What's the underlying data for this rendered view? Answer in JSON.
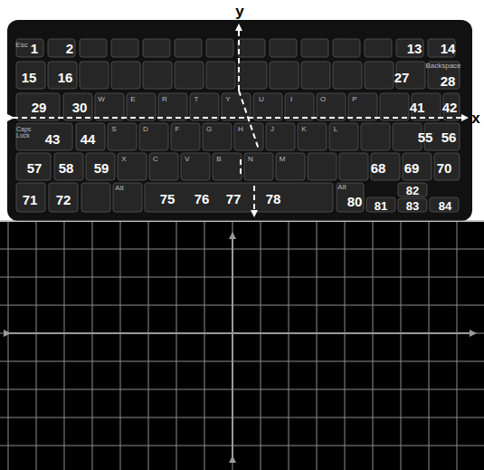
{
  "diagram": {
    "labels": [
      "1",
      "2",
      "13",
      "14",
      "15",
      "16",
      "27",
      "28",
      "29",
      "30",
      "41",
      "42",
      "43",
      "44",
      "55",
      "56",
      "57",
      "58",
      "59",
      "68",
      "69",
      "70",
      "71",
      "72",
      "75",
      "76",
      "77",
      "78",
      "80",
      "81",
      "82",
      "83",
      "84",
      "Esc",
      "Backspace",
      "W",
      "E",
      "R",
      "T",
      "Y",
      "U",
      "I",
      "O",
      "P",
      "Caps Lock",
      "S",
      "D",
      "F",
      "G",
      "H",
      "J",
      "K",
      "L",
      "X",
      "C",
      "V",
      "B",
      "N",
      "M",
      "Alt",
      "Alt",
      "y",
      "x"
    ]
  }
}
